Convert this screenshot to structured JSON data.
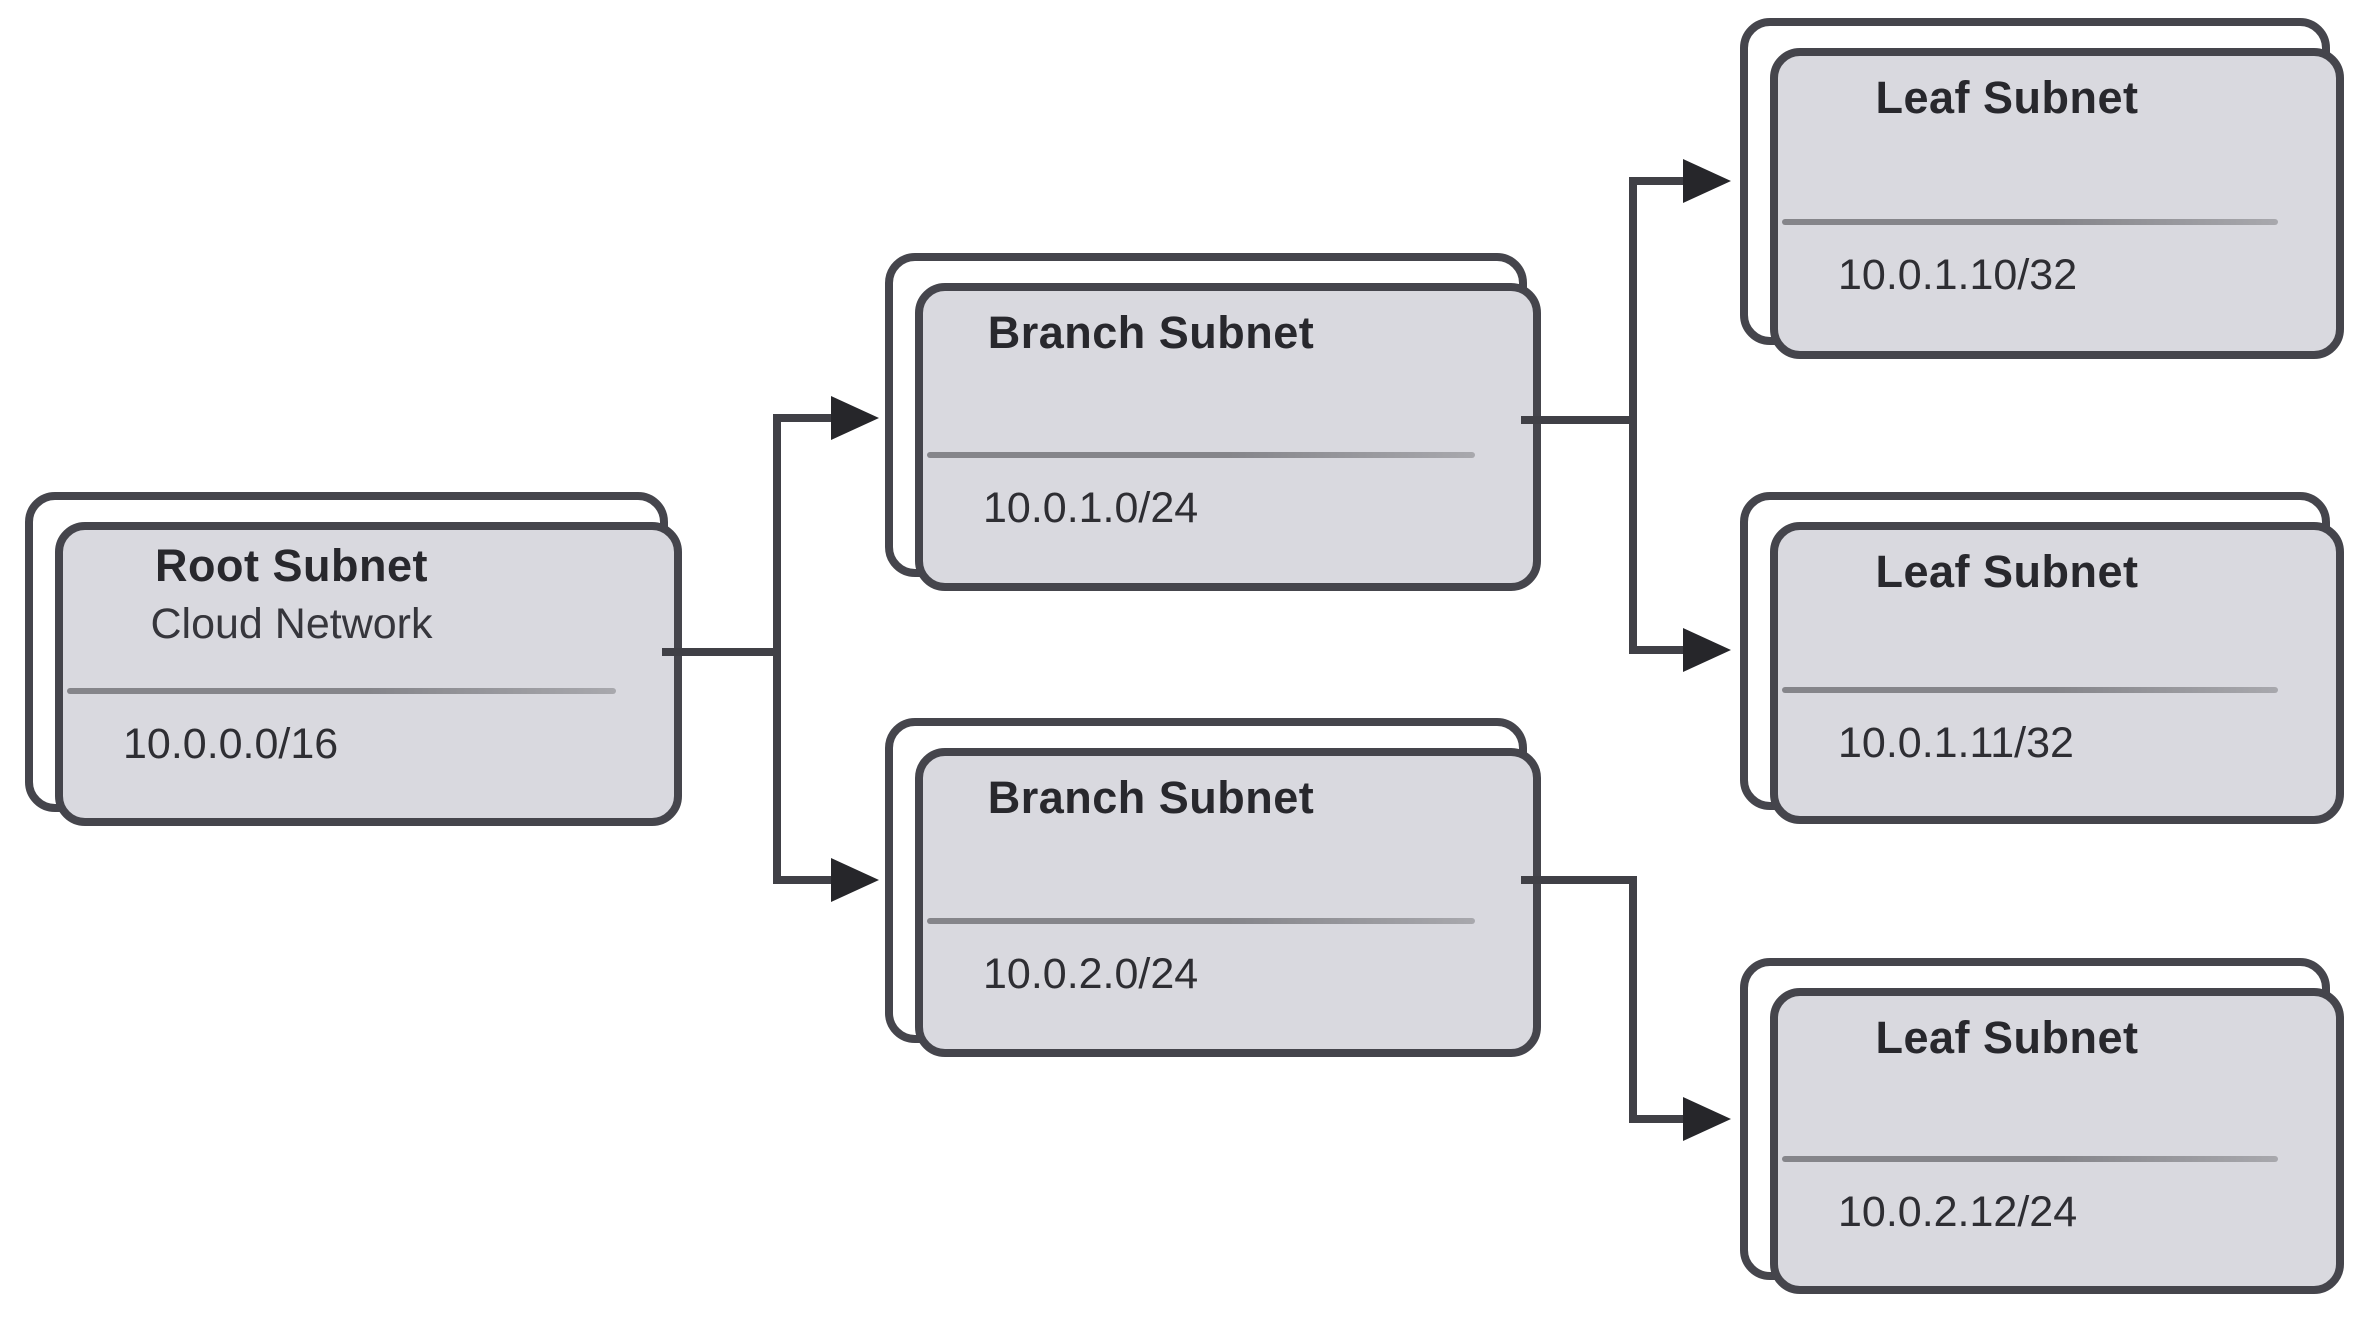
{
  "nodes": {
    "root": {
      "title": "Root Subnet",
      "subtitle": "Cloud Network",
      "cidr": "10.0.0.0/16"
    },
    "branch1": {
      "title": "Branch Subnet",
      "cidr": "10.0.1.0/24"
    },
    "branch2": {
      "title": "Branch Subnet",
      "cidr": "10.0.2.0/24"
    },
    "leaf1": {
      "title": "Leaf Subnet",
      "cidr": "10.0.1.10/32"
    },
    "leaf2": {
      "title": "Leaf Subnet",
      "cidr": "10.0.1.11/32"
    },
    "leaf3": {
      "title": "Leaf Subnet",
      "cidr": "10.0.2.12/24"
    }
  },
  "edges": [
    {
      "from": "root",
      "to": "branch1"
    },
    {
      "from": "root",
      "to": "branch2"
    },
    {
      "from": "branch1",
      "to": "leaf1"
    },
    {
      "from": "branch1",
      "to": "leaf2"
    },
    {
      "from": "branch2",
      "to": "leaf3"
    }
  ],
  "colors": {
    "background": "#ffffff",
    "card_fill": "#ffffff",
    "card_border": "#45454c",
    "stack_shadow_fill": "#d9d9df",
    "divider": "#85858a",
    "connector_line": "#404046",
    "arrowhead": "#26262a",
    "title_text": "#28282d",
    "body_text": "#2e2e33"
  }
}
